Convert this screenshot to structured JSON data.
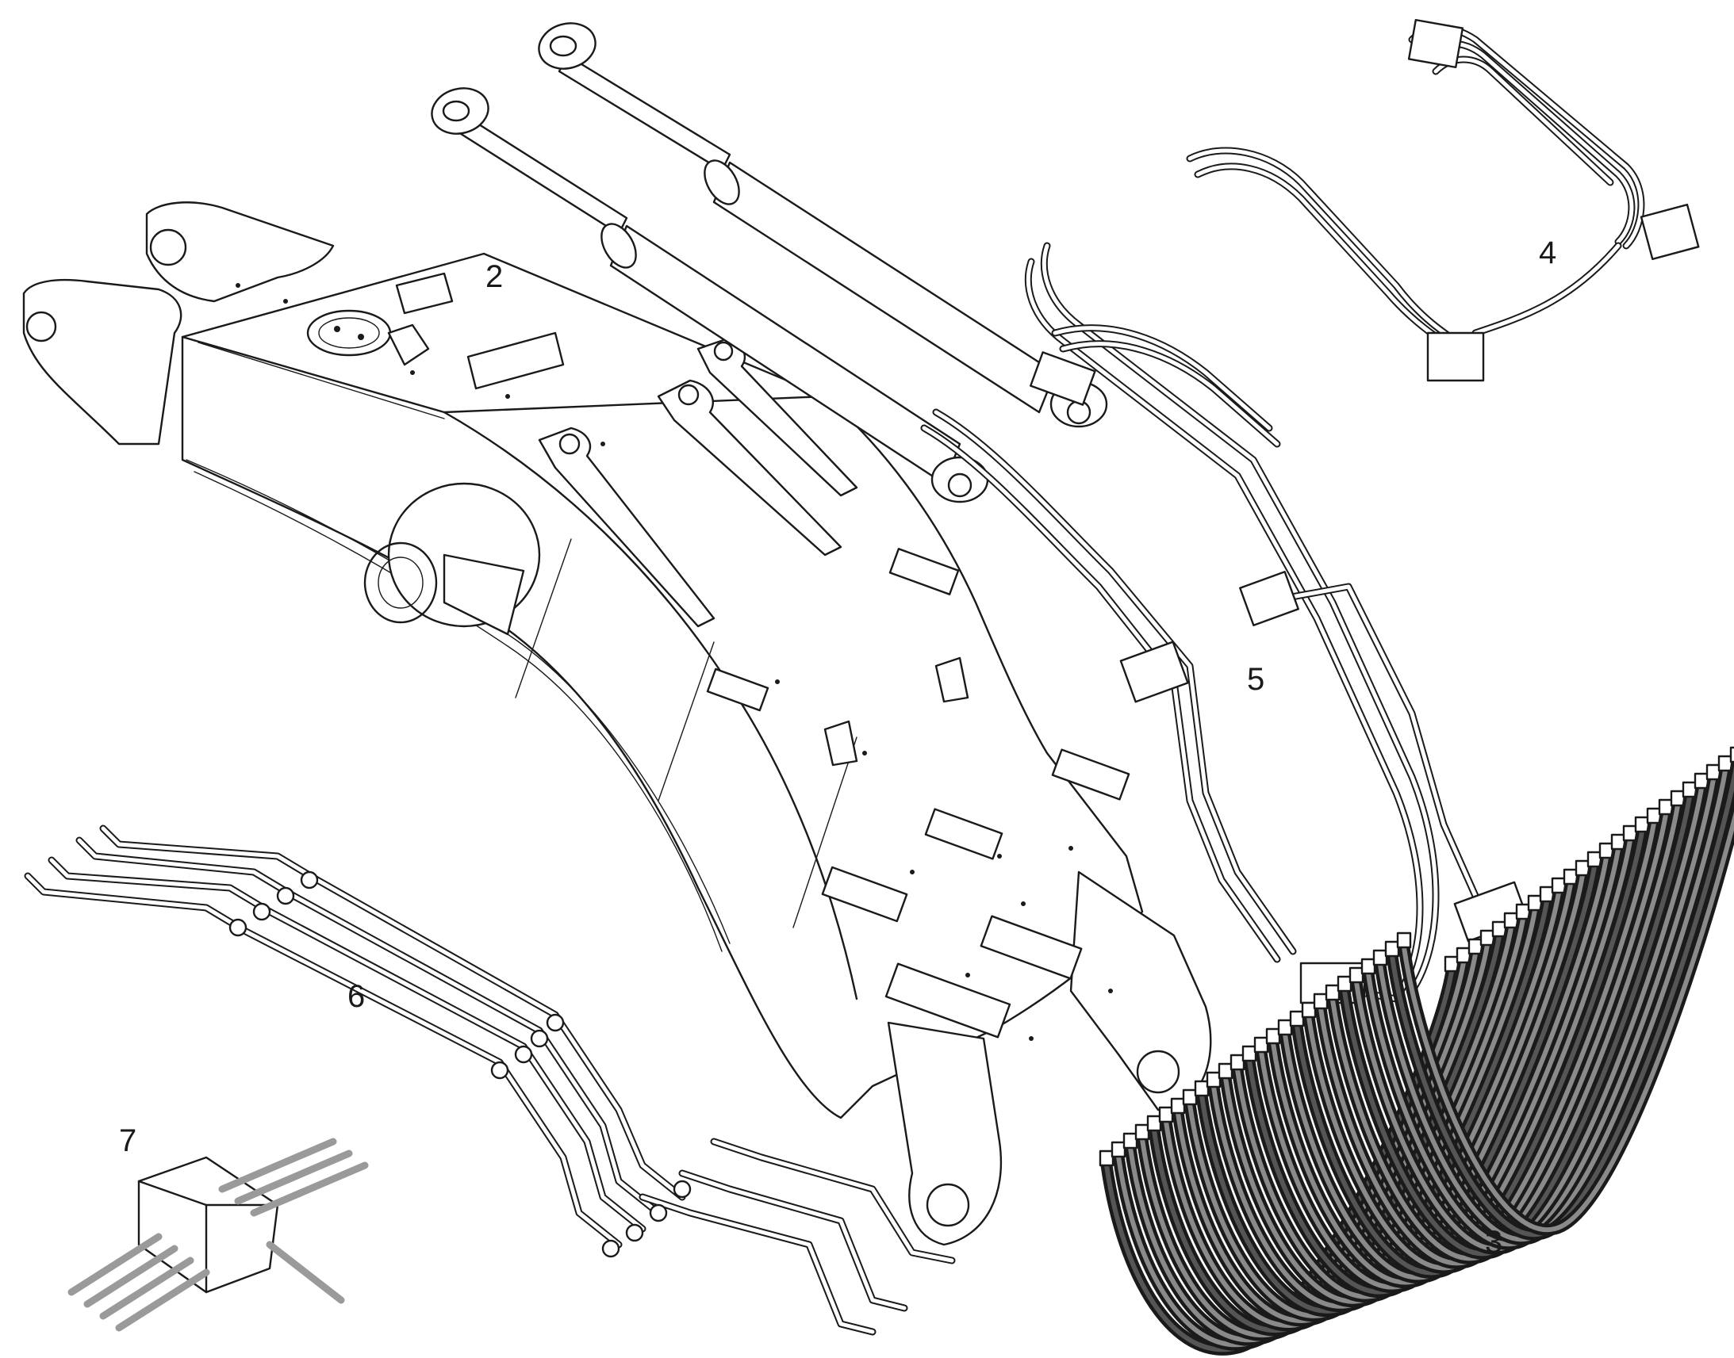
{
  "callouts": {
    "boom": "2",
    "hose_bundle": "3",
    "upper_lines": "4",
    "side_lines": "5",
    "lower_tubes": "6",
    "manifold": "7"
  },
  "colors": {
    "line": "#1a1a1a",
    "background": "#ffffff"
  }
}
